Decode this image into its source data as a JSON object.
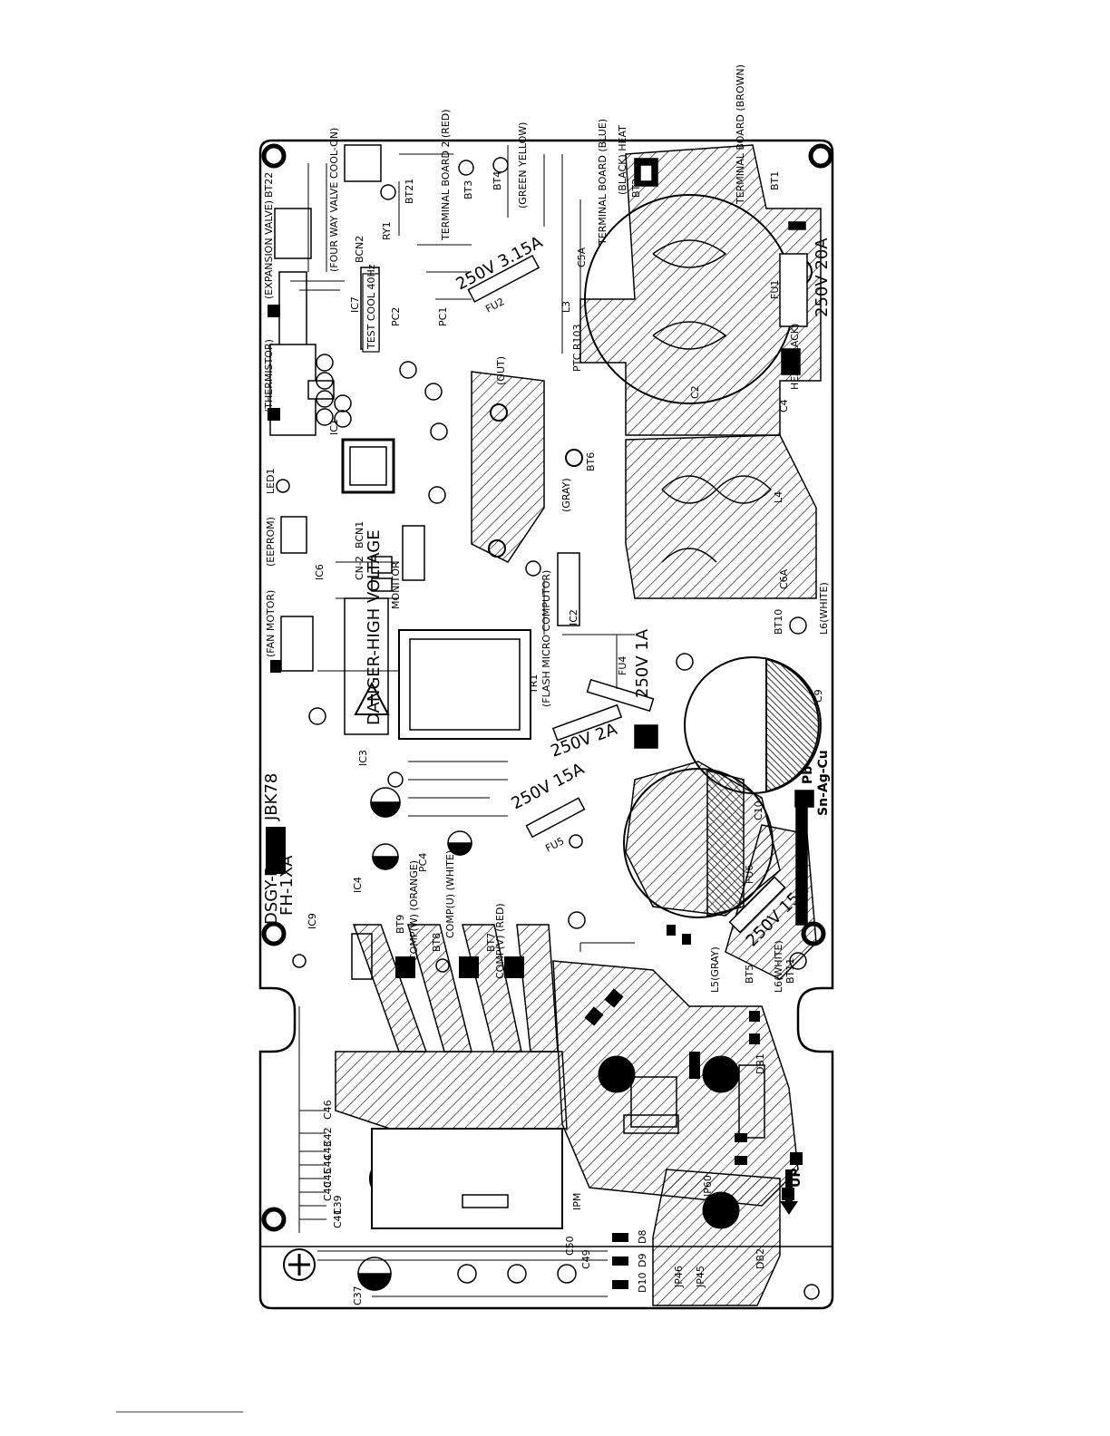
{
  "labels": {
    "bt22": "BT22",
    "bt21": "BT21",
    "bt3": "BT3",
    "bt4": "BT4",
    "bt2": "BT2",
    "bt1": "BT1",
    "bt6": "BT6",
    "bt5": "BT5",
    "bt11": "BT11",
    "bt10": "BT10",
    "bt7": "BT7",
    "bt8": "BT8",
    "bt9": "BT9",
    "expansion_valve": "(EXPANSION VALVE)",
    "four_way_valve": "(FOUR WAY VALVE COOL-ON)",
    "thermistor": "(THERMISTOR)",
    "eeprom": "(EEPROM)",
    "fan_motor": "(FAN MOTOR)",
    "flash_micro": "(FLASH MICRO COMPUTOR)",
    "test_cool": "TEST COOL 40Hz",
    "monitor": "MONITOR",
    "cn2": "CN-2",
    "terminal_board_red": "TERMINAL BOARD 2 (RED)",
    "terminal_board_blue": "TERMINAL BOARD (BLUE)",
    "terminal_board_brown": "TERMINAL BOARD (BROWN)",
    "green_yellow": "(GREEN YELLOW)",
    "black_heat": "(BLACK) HEAT",
    "heat_black": "HEAT(BLACK)",
    "gray": "(GRAY)",
    "white": "L6(WHITE)",
    "l5_gray": "L5(GRAY)",
    "l6_white_2": "L6(WHITE)",
    "out": "(OUT)",
    "comp_w": "COMP(W) (ORANGE)",
    "comp_u": "COMP(U) (WHITE)",
    "comp_v": "COMP(V) (RED)",
    "fuse1": "250V 3.15A",
    "fuse2": "250V 20A",
    "fuse3": "250V 1A",
    "fuse4": "250V 2A",
    "fuse5": "250V 15A",
    "fuse6": "250V 15A",
    "fu1": "FU1",
    "fu2": "FU2",
    "fu4": "FU4",
    "fu5": "FU5",
    "fu6": "FU6",
    "danger": "DANGER-HIGH VOLTAGE",
    "pb_free": "Pb",
    "sn_ag_cu": "Sn-Ag-Cu",
    "ipm": "IPM",
    "db1": "DB1",
    "db2": "DB2",
    "ic1": "IC1",
    "ic2": "IC2",
    "ic3": "IC3",
    "ic4": "IC4",
    "ic6": "IC6",
    "ic7": "IC7",
    "ic9": "IC9",
    "pc1": "PC1",
    "pc2": "PC2",
    "pc4": "PC4",
    "tr1": "TR1",
    "l3": "L3",
    "l4": "L4",
    "ry1": "RY1",
    "ptc": "PTC R103",
    "model1": "DSGY-B",
    "model2": "FH-1XA",
    "model3": "JBK78",
    "led1": "LED1",
    "bcn1": "BCN1",
    "bcn2": "BCN2",
    "c9": "C9",
    "c10": "C10",
    "c2": "C2",
    "c4": "C4",
    "c5a": "C5A",
    "c6a": "C6A",
    "jp45": "JP45",
    "jp46": "JP46",
    "jp60": "JP60",
    "d8": "D8",
    "d9": "D9",
    "d10": "D10",
    "c37": "C37",
    "c49": "C49",
    "c50": "C50",
    "c39": "C39",
    "c40": "C40",
    "c41": "C41",
    "c42": "C42",
    "c43": "C43",
    "c44": "C44",
    "c45": "C45",
    "c46": "C46",
    "up": "UP"
  },
  "colors": {
    "ink": "#000000",
    "paper": "#ffffff",
    "link": "#2b49c8"
  }
}
